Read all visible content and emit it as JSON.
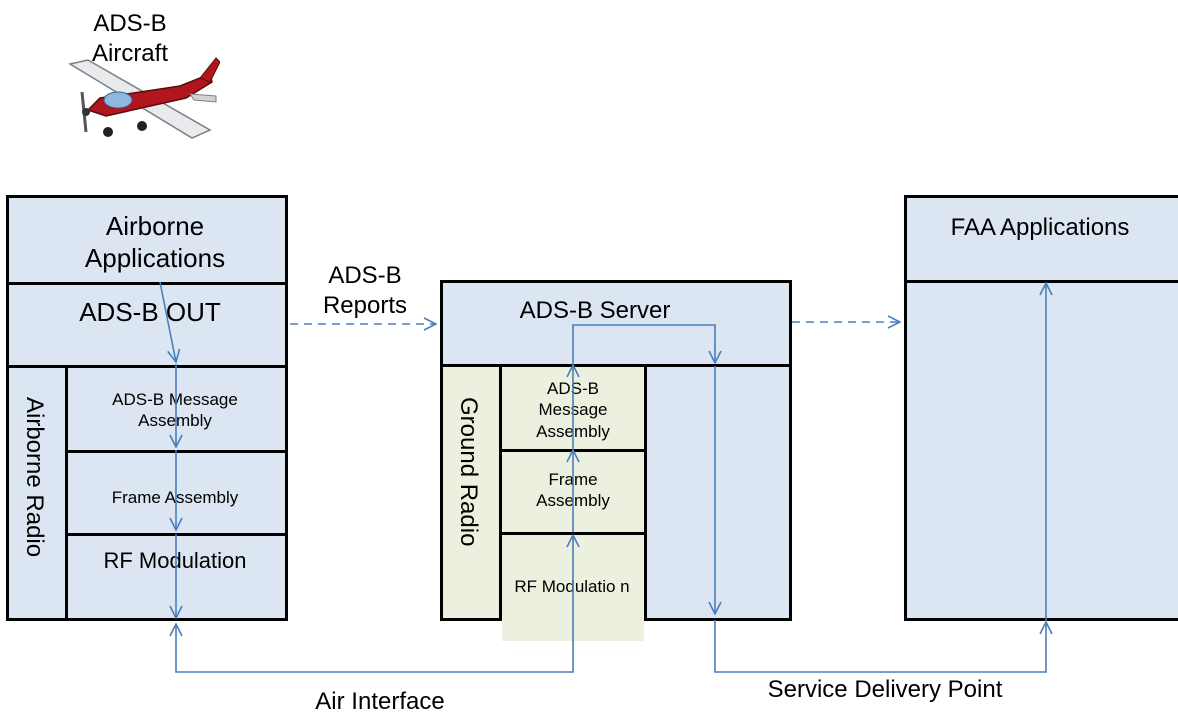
{
  "aircraft": {
    "label_line1": "ADS-B",
    "label_line2": "Aircraft",
    "icon": "airplane-icon"
  },
  "airborne": {
    "applications": "Airborne Applications",
    "adsb_out": "ADS-B OUT",
    "radio": "Airborne Radio",
    "message_assembly": "ADS-B Message Assembly",
    "frame_assembly": "Frame Assembly",
    "rf_modulation": "RF Modulation"
  },
  "link_reports": "ADS-B Reports",
  "ground": {
    "server": "ADS-B Server",
    "radio": "Ground  Radio",
    "message_assembly": "ADS-B Message Assembly",
    "frame_assembly": "Frame Assembly",
    "rf_modulation": "RF Modulatio n"
  },
  "faa": {
    "applications": "FAA Applications"
  },
  "air_interface": "Air Interface",
  "service_delivery_point": "Service Delivery Point",
  "colors": {
    "box_fill": "#dce6f2",
    "green_fill": "#ebf1de",
    "arrow": "#4a7ebb"
  }
}
